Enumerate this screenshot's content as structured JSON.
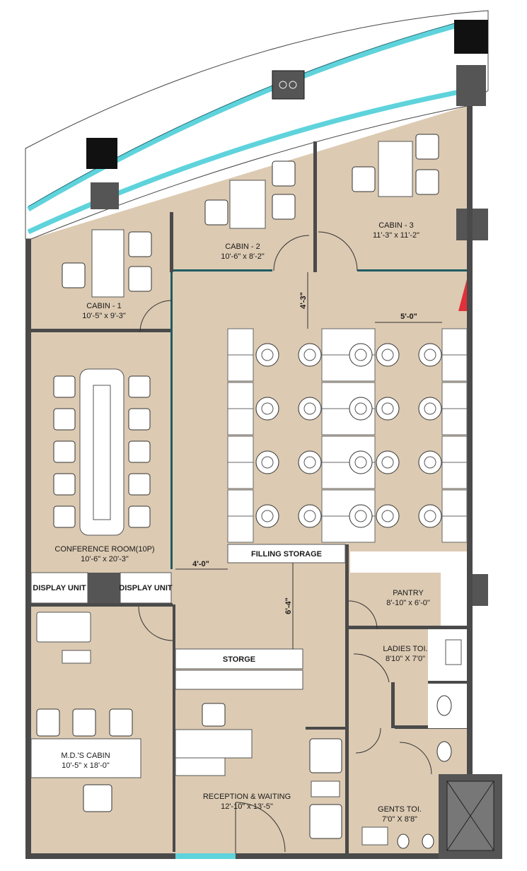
{
  "colors": {
    "floor": "#dccab2",
    "wall": "#4a4a4a",
    "glazing": "#5fd3dc",
    "fire_marker": "#e0303a"
  },
  "rooms": {
    "cabin1": {
      "name": "CABIN - 1",
      "size": "10'-5\" x 9'-3\""
    },
    "cabin2": {
      "name": "CABIN  - 2",
      "size": "10'-6\" x 8'-2\""
    },
    "cabin3": {
      "name": "CABIN - 3",
      "size": "11'-3\" x 11'-2\""
    },
    "conference": {
      "name": "CONFERENCE ROOM(10P)",
      "size": "10'-6\" x 20'-3\""
    },
    "display_unit_left": "DISPLAY UNIT",
    "display_unit_right": "DISPLAY UNIT",
    "filling_storage": "FILLING STORAGE",
    "pantry": {
      "name": "PANTRY",
      "size": "8'-10\" x 6'-0\""
    },
    "ladies": {
      "name": "LADIES TOI.",
      "size": "8'10\" X 7'0\""
    },
    "storage": "STORGE",
    "md_cabin": {
      "name": "M.D.'S CABIN",
      "size": "10'-5\" x 18'-0\""
    },
    "reception": {
      "name": "RECEPTION & WAITING",
      "size": "12'-10\" x 13'-5\""
    },
    "gents": {
      "name": "GENTS TOI.",
      "size": "7'0\" X 8'8\""
    }
  },
  "dimensions": {
    "corridor_top": "4'-3\"",
    "workstation_width": "5'-0\"",
    "corridor_left": "4'-0\"",
    "corridor_mid": "6'-4\""
  },
  "workstations": {
    "rows": 4,
    "columns": 5
  }
}
